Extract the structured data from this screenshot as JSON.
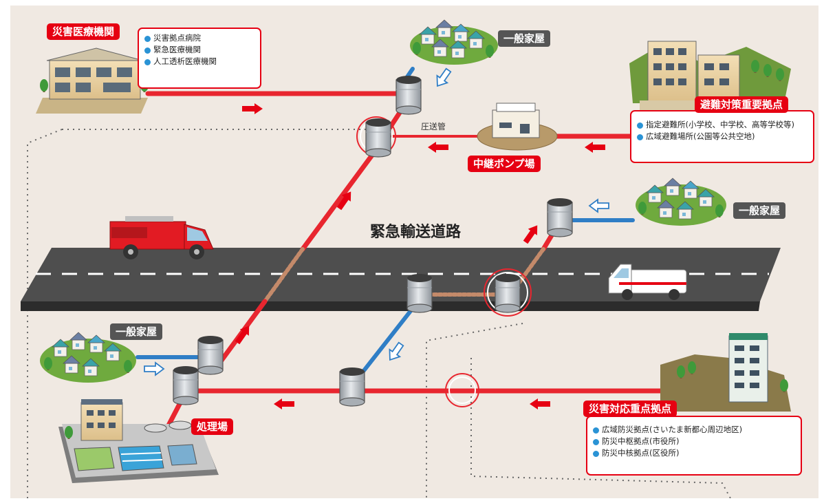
{
  "colors": {
    "background": "#f0e9e2",
    "pipe_red": "#e8262f",
    "pipe_blue": "#2f7ec6",
    "road": "#505050",
    "label_red": "#e60012",
    "label_gray": "#555555",
    "bullet_blue": "#2a93d5"
  },
  "road_label": "緊急輸送道路",
  "pipe_label": "圧送管",
  "medical": {
    "title": "災害医療機関",
    "items": [
      "災害拠点病院",
      "緊急医療機関",
      "人工透析医療機関"
    ]
  },
  "evacuation": {
    "title": "避難対策重要拠点",
    "items": [
      "指定避難所(小学校、中学校、高等学校等)",
      "広域避難場所(公園等公共空地)"
    ]
  },
  "disaster_response": {
    "title": "災害対応重点拠点",
    "items": [
      "広域防災拠点(さいたま新都心周辺地区)",
      "防災中枢拠点(市役所)",
      "防災中核拠点(区役所)"
    ]
  },
  "pump_station": "中継ポンプ場",
  "treatment_plant": "処理場",
  "households": [
    "一般家屋",
    "一般家屋",
    "一般家屋"
  ],
  "icons": [
    "hospital-icon",
    "school-icon",
    "city-hall-icon",
    "houses-icon",
    "manhole-icon",
    "fire-truck-icon",
    "ambulance-icon",
    "pump-station-icon",
    "treatment-plant-icon",
    "flow-arrow-icon"
  ]
}
